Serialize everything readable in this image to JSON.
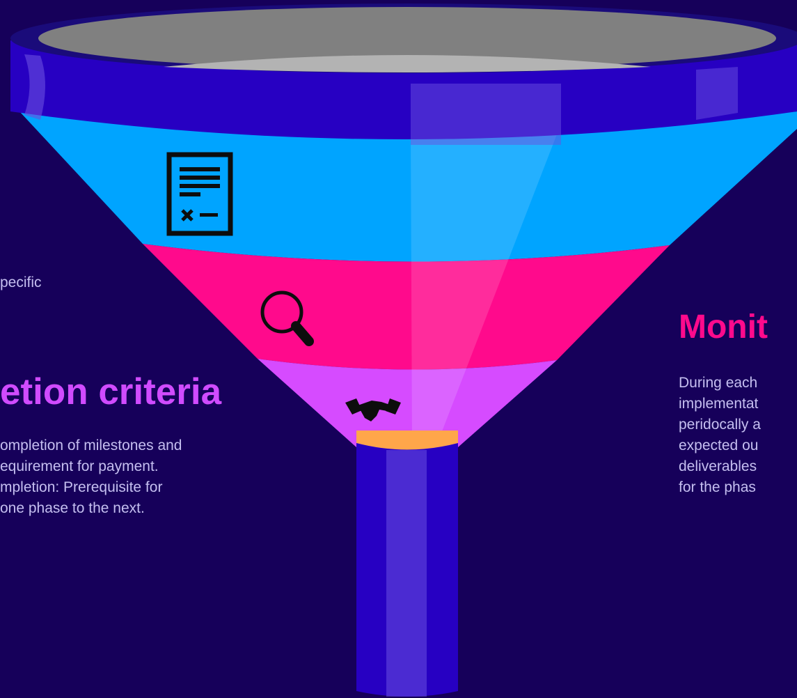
{
  "colors": {
    "background": "#16005a",
    "rim_dark": "#2700c2",
    "rim_light": "#5535d8",
    "band_blue": "#00a4ff",
    "band_pink": "#ff0a8c",
    "band_purple": "#d64bff",
    "neck": "#ffa64a",
    "heading_left": "#d04bff",
    "heading_right": "#ff0a8c",
    "body_text": "#c5bff0"
  },
  "icons": [
    "document-icon",
    "magnifier-icon",
    "handshake-icon"
  ],
  "left_panel": {
    "fragment": "pecific",
    "heading": "etion criteria",
    "lines": [
      "ompletion of milestones and",
      "equirement for payment.",
      "mpletion: Prerequisite for",
      "one phase to the next."
    ]
  },
  "right_panel": {
    "heading": "Monit",
    "lines": [
      "During each",
      "implementat",
      "peridocally a",
      "expected ou",
      "deliverables",
      "for the phas"
    ]
  }
}
